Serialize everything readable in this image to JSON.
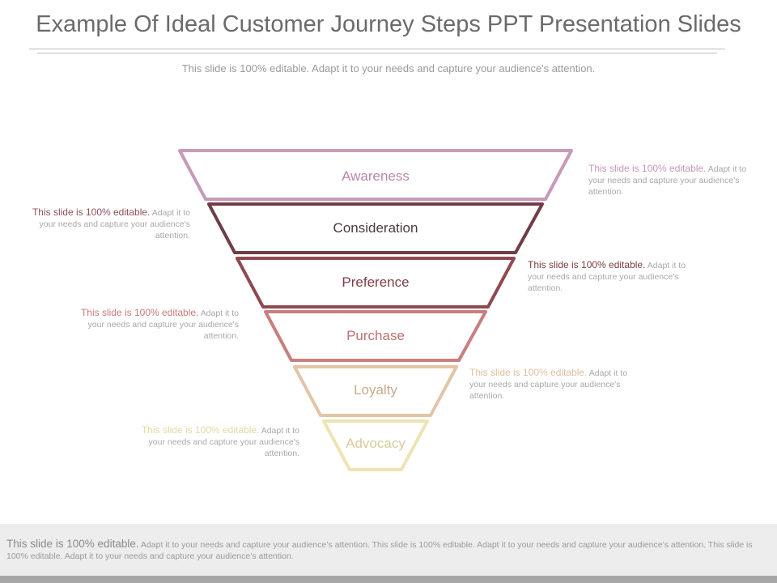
{
  "title": "Example Of Ideal Customer Journey Steps PPT Presentation Slides",
  "subtitle": "This slide is 100% editable. Adapt it to your needs and capture your audience's attention.",
  "stages": [
    {
      "label": "Awareness",
      "color": "#c79ab8",
      "text_color": "#b987ab"
    },
    {
      "label": "Consideration",
      "color": "#6e3e47",
      "text_color": "#4a3a3d"
    },
    {
      "label": "Preference",
      "color": "#8e4a52",
      "text_color": "#7c3f46"
    },
    {
      "label": "Purchase",
      "color": "#c97f7f",
      "text_color": "#bb7272"
    },
    {
      "label": "Loyalty",
      "color": "#e2c5a6",
      "text_color": "#c8aa8b"
    },
    {
      "label": "Advocacy",
      "color": "#eee3b4",
      "text_color": "#d7cb9a"
    }
  ],
  "notes": [
    {
      "lead": "This slide is 100% editable.",
      "rest": " Adapt it to your needs and capture your audience's attention.",
      "lead_color": "#c596b6"
    },
    {
      "lead": "This slide is 100% editable.",
      "rest": " Adapt it to your needs and capture your audience's attention.",
      "lead_color": "#8b5058"
    },
    {
      "lead": "This slide is 100% editable.",
      "rest": " Adapt it to your needs and capture your audience's attention.",
      "lead_color": "#7a3b43"
    },
    {
      "lead": "This slide is 100% editable.",
      "rest": " Adapt it to your needs and capture your audience's attention.",
      "lead_color": "#c97a78"
    },
    {
      "lead": "This slide is 100% editable.",
      "rest": " Adapt it to your needs and capture your audience's attention.",
      "lead_color": "#dcbf9f"
    },
    {
      "lead": "This slide is 100% editable.",
      "rest": " Adapt it to your needs and capture your audience's attention.",
      "lead_color": "#e3d9a3"
    }
  ],
  "footer": {
    "lead": "This slide is 100% editable.",
    "rest": " Adapt it to your needs and capture your audience’s attention. This slide is 100% editable. Adapt it to your needs and capture your audience’s attention. This slide is 100% editable. Adapt it to your needs and capture your audience’s attention."
  }
}
